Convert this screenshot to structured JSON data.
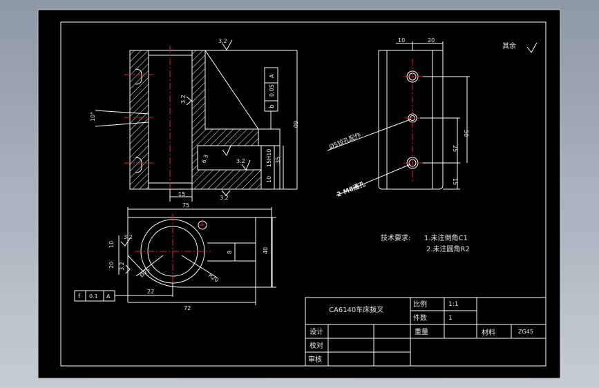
{
  "colors": {
    "viewport_top": "#8d98a6",
    "viewport_bottom": "#c5ccd4",
    "sheet": "#000000",
    "line": "#ffffff",
    "center_line": "#e02020",
    "text": "#e8e8e8"
  },
  "roughness": {
    "other": "其余",
    "ra_32": "3.2",
    "ra_63": "6.3"
  },
  "front_view": {
    "dims": {
      "d60": "60",
      "d35": "35",
      "d10": "10",
      "d15h10": "15H10",
      "d15": "15"
    },
    "angle": "10°",
    "tolerance_b": {
      "symbol": "b",
      "value": "0.05",
      "datum": "A"
    }
  },
  "side_view": {
    "dims": {
      "d10": "10",
      "d20": "20",
      "d50": "50",
      "d25": "25",
      "d15": "15"
    },
    "note_ream": "Ø5铰孔配作",
    "note_thread": "2-M8通孔"
  },
  "top_view": {
    "dims": {
      "d75": "75",
      "d10": "10",
      "d20": "20",
      "d40": "40",
      "d8": "8",
      "d22": "22",
      "d72": "72",
      "dia25": "Ø25",
      "r20": "R20"
    },
    "tolerance_f": {
      "symbol": "f",
      "value": "0.1",
      "datum": "A"
    }
  },
  "technical_requirements": {
    "heading": "技术要求:",
    "item1": "1.未注倒角C1",
    "item2": "2.未注圆角R2"
  },
  "title_block": {
    "part_name": "CA6140车床拨叉",
    "scale_label": "比例",
    "scale_value": "1:1",
    "count_label": "件数",
    "count_value": "1",
    "weight_label": "重量",
    "material_label": "材料",
    "material_value": "ZG45",
    "design_label": "设计",
    "check_label": "校对",
    "review_label": "审核"
  }
}
